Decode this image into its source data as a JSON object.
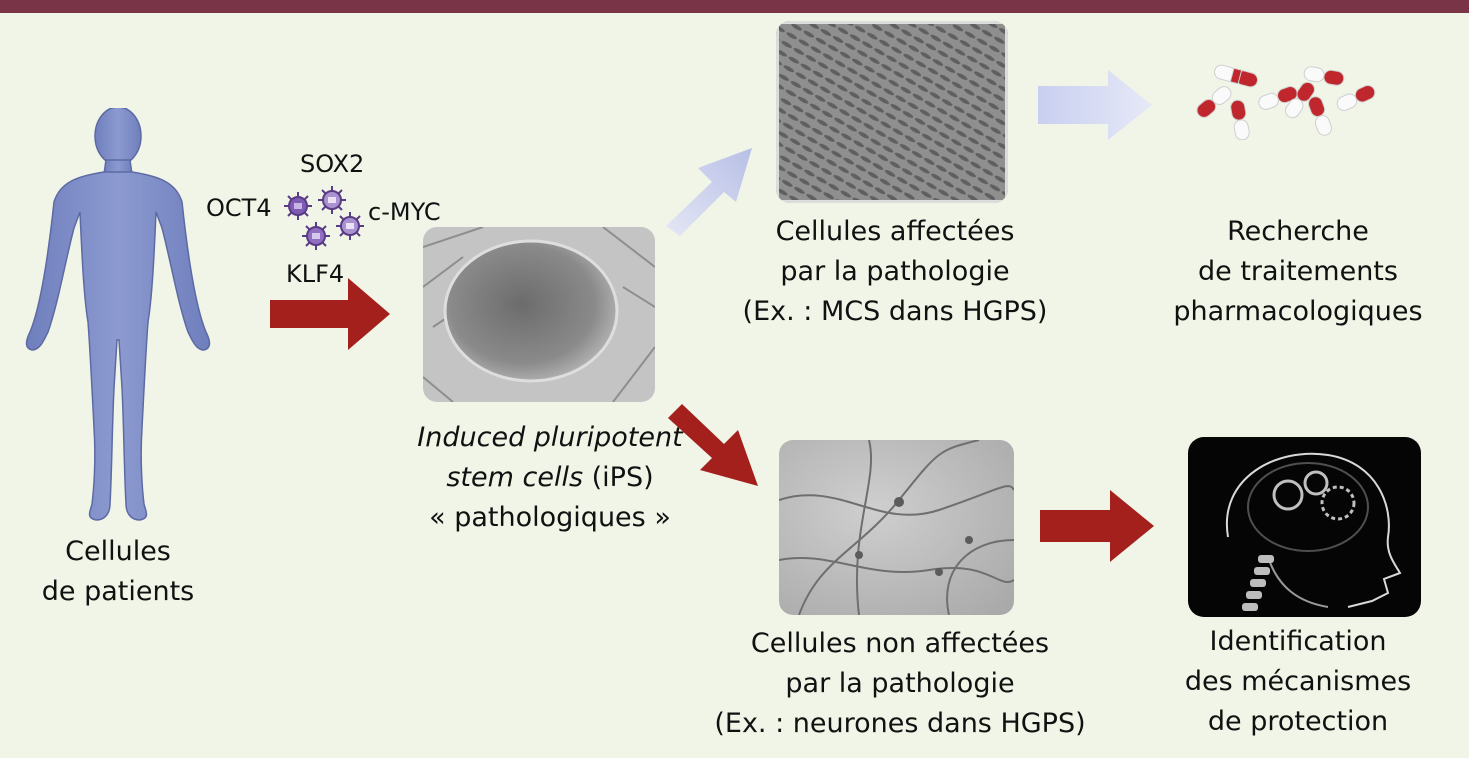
{
  "patient": {
    "label_line1": "Cellules",
    "label_line2": "de patients"
  },
  "factors": {
    "oct4": "OCT4",
    "sox2": "SOX2",
    "cmyc": "c-MYC",
    "klf4": "KLF4"
  },
  "ips": {
    "line1": "Induced pluripotent",
    "line2_italic": "stem cells",
    "line2_rest": " (iPS)",
    "line3": "« pathologiques »"
  },
  "affected": {
    "line1": "Cellules affectées",
    "line2": "par la pathologie",
    "line3": "(Ex. : MCS dans HGPS)"
  },
  "unaffected": {
    "line1": "Cellules non affectées",
    "line2": "par la pathologie",
    "line3": "(Ex. : neurones dans HGPS)"
  },
  "research": {
    "line1": "Recherche",
    "line2": "de traitements",
    "line3": "pharmacologiques"
  },
  "identification": {
    "line1": "Identification",
    "line2": "des mécanismes",
    "line3": "de protection"
  },
  "colors": {
    "header_bar": "#7a3448",
    "background": "#f1f5e7",
    "red_arrow": "#a3201c",
    "light_arrow": "#c4cbeb",
    "body_figure": "#8593c9"
  }
}
